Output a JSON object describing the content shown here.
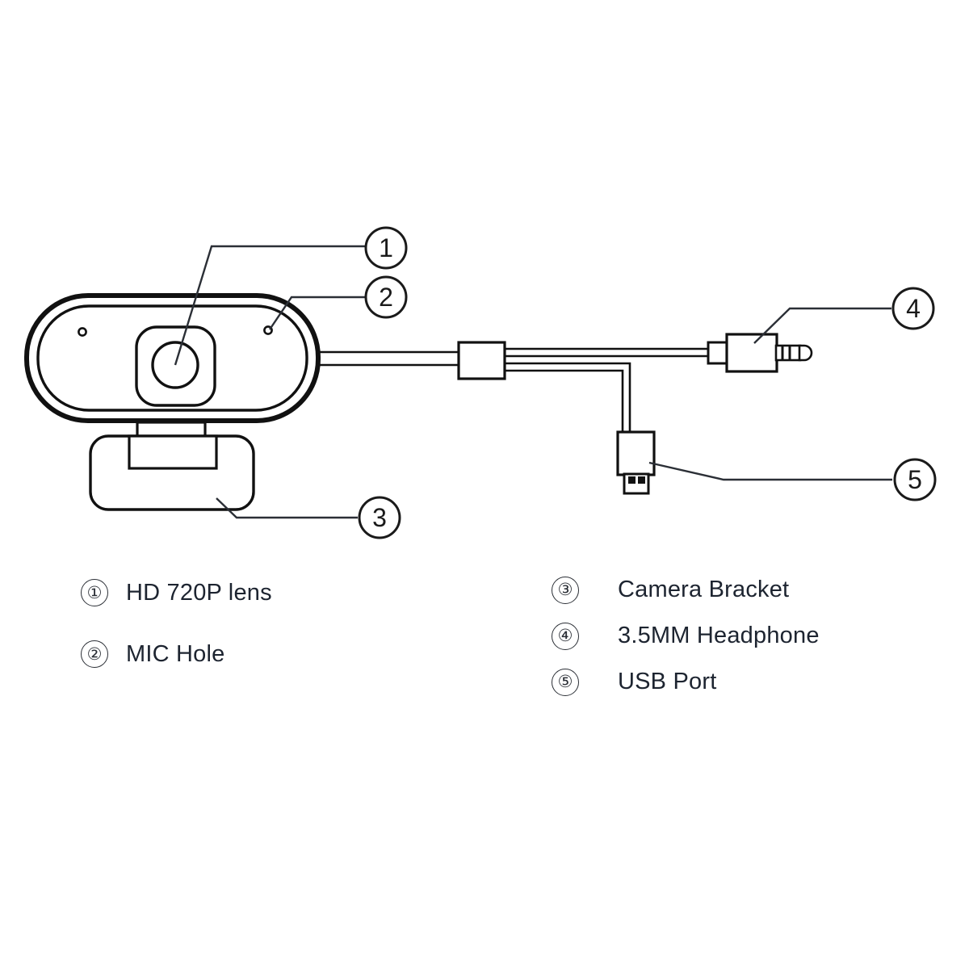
{
  "diagram": {
    "type": "technical-line-drawing",
    "subject": "HD 720P Webcam with cable, 3.5mm headphone jack and USB connector",
    "stroke_color": "#1a1a1a",
    "background_color": "#ffffff"
  },
  "callouts": [
    {
      "id": "1",
      "symbol": "①",
      "target": "camera-lens"
    },
    {
      "id": "2",
      "symbol": "②",
      "target": "mic-hole-right"
    },
    {
      "id": "3",
      "symbol": "③",
      "target": "camera-bracket"
    },
    {
      "id": "4",
      "symbol": "④",
      "target": "headphone-jack"
    },
    {
      "id": "5",
      "symbol": "⑤",
      "target": "usb-connector"
    }
  ],
  "legend": {
    "left_column": [
      {
        "marker": "①",
        "label": "HD 720P lens"
      },
      {
        "marker": "②",
        "label": "MIC Hole"
      }
    ],
    "right_column": [
      {
        "marker": "③",
        "label": "Camera Bracket"
      },
      {
        "marker": "④",
        "label": "3.5MM Headphone"
      },
      {
        "marker": "⑤",
        "label": "USB Port"
      }
    ]
  },
  "parts": {
    "camera_body": "webcam-shell",
    "lens_housing": "lens-housing",
    "lens": "lens-circle",
    "mic_hole_left": "mic-hole-left",
    "mic_hole_right": "mic-hole-right",
    "bracket": "camera-bracket",
    "bracket_tab": "bracket-tab",
    "cable": "usb-audio-cable",
    "ferrite_box": "cable-junction-box",
    "headphone_jack": "headphone-plug-3p5mm",
    "usb_connector": "usb-a-connector"
  }
}
